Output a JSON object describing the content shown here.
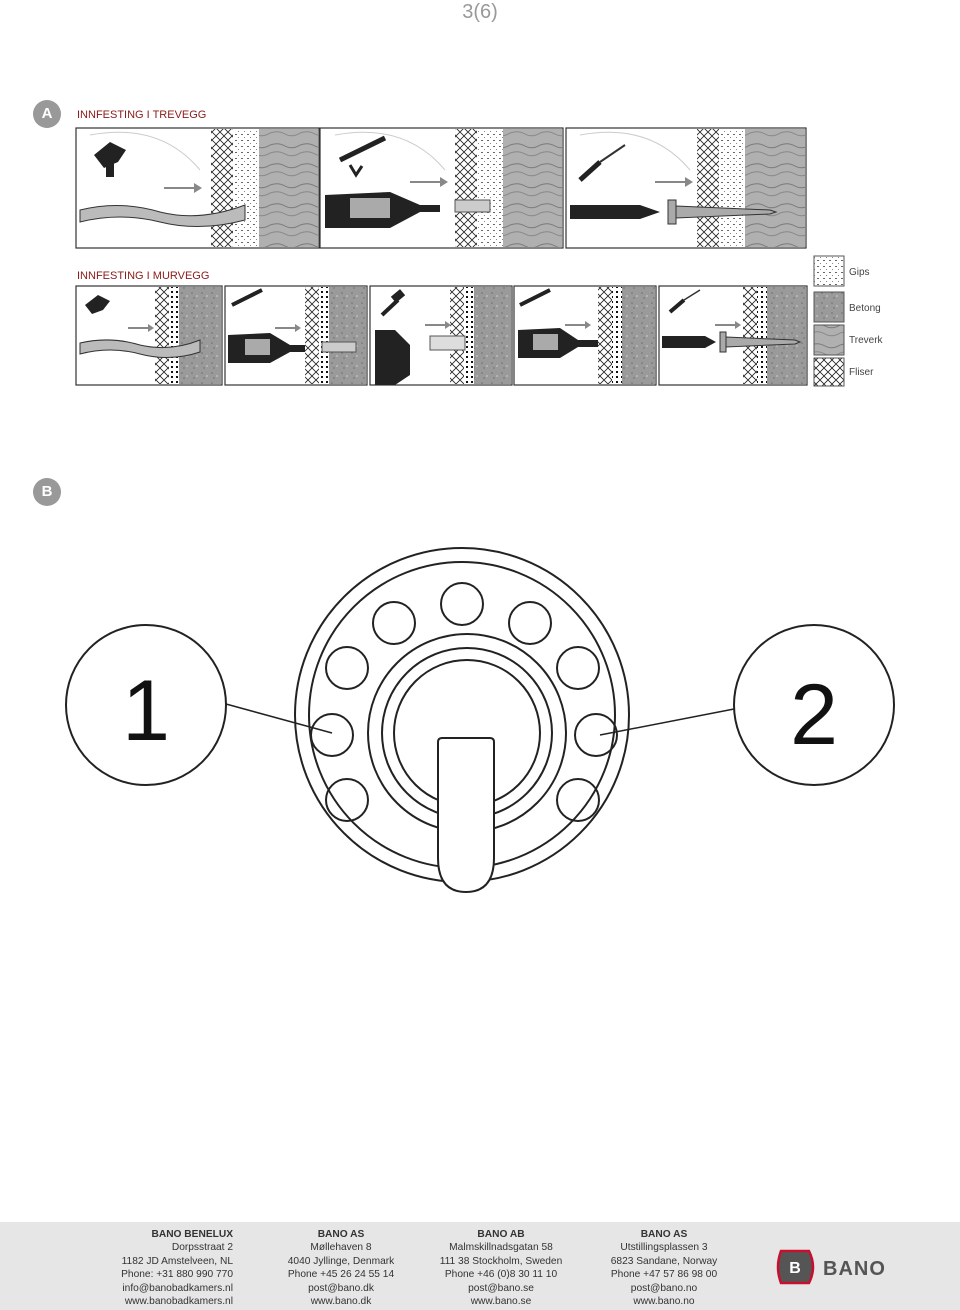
{
  "page_number": "3(6)",
  "section_a": {
    "badge": "A",
    "title_wood": "INNFESTING I TREVEGG",
    "title_masonry": "INNFESTING I MURVEGG"
  },
  "legend": {
    "items": [
      {
        "label": "Gips",
        "pattern": "gips"
      },
      {
        "label": "Betong",
        "pattern": "betong"
      },
      {
        "label": "Treverk",
        "pattern": "treverk"
      },
      {
        "label": "Fliser",
        "pattern": "fliser"
      }
    ]
  },
  "section_b": {
    "badge": "B",
    "callout_left": "1",
    "callout_right": "2"
  },
  "footer": {
    "columns": [
      {
        "company": "BANO BENELUX",
        "lines": [
          "Dorpsstraat 2",
          "1182 JD Amstelveen, NL",
          "Phone: +31 880 990 770",
          "info@banobadkamers.nl",
          "www.banobadkamers.nl"
        ]
      },
      {
        "company": "BANO AS",
        "lines": [
          "Møllehaven 8",
          "4040 Jyllinge, Denmark",
          "Phone +45 26 24 55 14",
          "post@bano.dk",
          "www.bano.dk"
        ]
      },
      {
        "company": "BANO AB",
        "lines": [
          "Malmskillnadsgatan 58",
          "111 38 Stockholm, Sweden",
          "Phone +46 (0)8 30 11 10",
          "post@bano.se",
          "www.bano.se"
        ]
      },
      {
        "company": "BANO AS",
        "lines": [
          "Utstillingsplassen 3",
          "6823 Sandane, Norway",
          "Phone +47 57 86 98 00",
          "post@bano.no",
          "www.bano.no"
        ]
      }
    ]
  },
  "logo": {
    "text": "BANO",
    "badge_letter": "B",
    "accent": "#c8102e"
  }
}
